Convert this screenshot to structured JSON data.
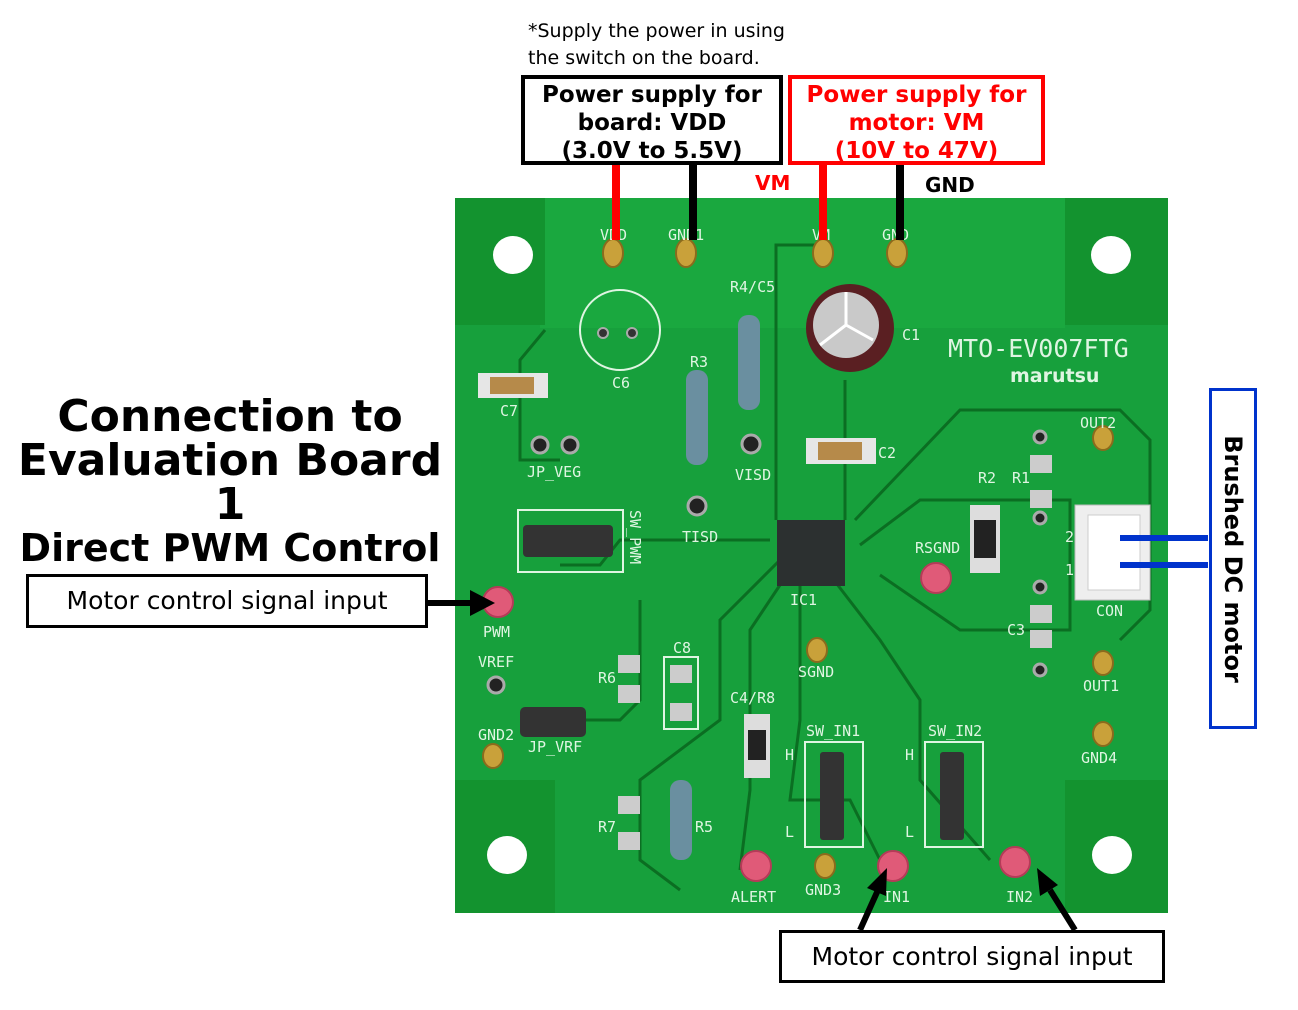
{
  "title": {
    "line1": "Connection to",
    "line2": "Evaluation Board 1",
    "line3": "Direct PWM Control"
  },
  "note": {
    "line1": "*Supply the power in using",
    "line2": "the switch on the board."
  },
  "vdd_box": {
    "line1": "Power supply for",
    "line2": "board: VDD",
    "line3": "(3.0V to 5.5V)"
  },
  "vm_box": {
    "line1": "Power supply for",
    "line2": "motor: VM",
    "line3": "(10V to 47V)"
  },
  "wire_labels": {
    "vm": "VM",
    "gnd": "GND"
  },
  "pwm_input_label": "Motor control signal input",
  "in_input_label": "Motor control signal input",
  "motor_label": "Brushed DC motor",
  "board": {
    "model": "MTO-EV007FTG",
    "brand": "marutsu",
    "silk": {
      "vdd": "VDD",
      "gnd1": "GND1",
      "vm": "VM",
      "gnd": "GND",
      "r4c5": "R4/C5",
      "c1": "C1",
      "c6": "C6",
      "c7": "C7",
      "r3": "R3",
      "jp_veg": "JP_VEG",
      "visd": "VISD",
      "c2": "C2",
      "out2": "OUT2",
      "r2": "R2",
      "r1": "R1",
      "tisd": "TISD",
      "sw_pwm": "SW_PWM",
      "rsgnd": "RSGND",
      "ic1": "IC1",
      "con": "CON",
      "c3": "C3",
      "pwm": "PWM",
      "vref": "VREF",
      "r6": "R6",
      "c8": "C8",
      "sgnd": "SGND",
      "out1": "OUT1",
      "c4r8": "C4/R8",
      "gnd2": "GND2",
      "jp_vrf": "JP_VRF",
      "sw_in1": "SW_IN1",
      "sw_in2": "SW_IN2",
      "gnd4": "GND4",
      "r7": "R7",
      "r5": "R5",
      "alert": "ALERT",
      "gnd3": "GND3",
      "in1": "IN1",
      "in2": "IN2",
      "h": "H",
      "l": "L",
      "con2": "2",
      "con1": "1"
    }
  },
  "colors": {
    "board": "#17a03c",
    "red": "#ff0000",
    "blue": "#0033cc",
    "black": "#000000"
  }
}
